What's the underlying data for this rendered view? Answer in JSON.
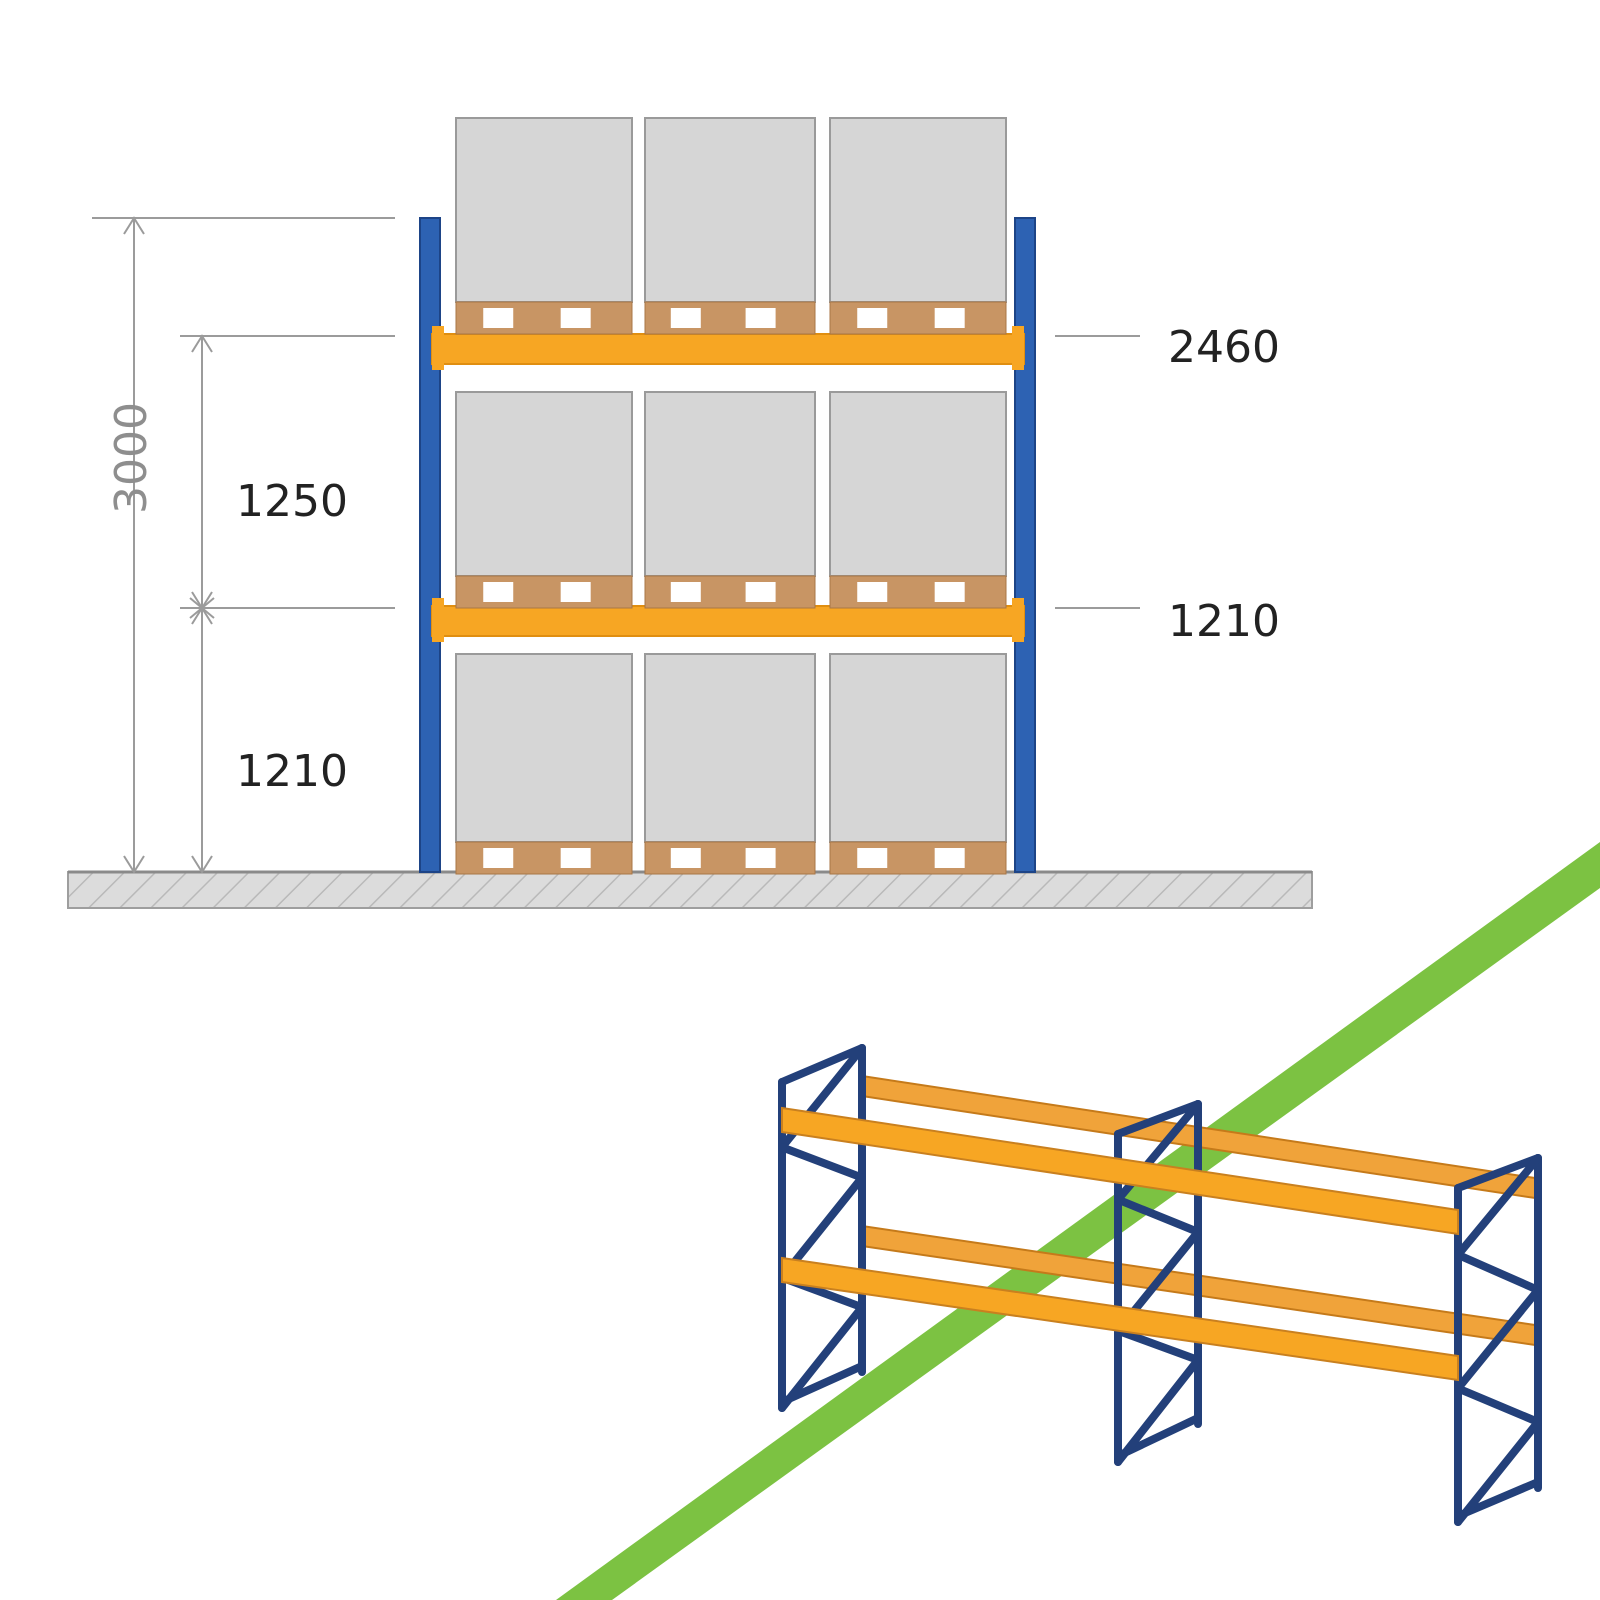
{
  "elevation": {
    "total_height": "3000",
    "beam_level_2": "2460",
    "beam_level_1": "1210",
    "gap_upper": "1250",
    "gap_lower": "1210"
  },
  "colors": {
    "upright": "#2d62b3",
    "beam": "#f7a623",
    "pallet_wood": "#c89564",
    "load": "#d6d6d6",
    "floor": "#dcdcdc",
    "dimension_line": "#9b9b9b",
    "green_band": "#7cc242",
    "frame_navy": "#23407a",
    "beam_3d": "#f0a33a"
  },
  "icons": {
    "hatch": "floor-hatch",
    "dimension_arrow": "dimension-arrow"
  }
}
